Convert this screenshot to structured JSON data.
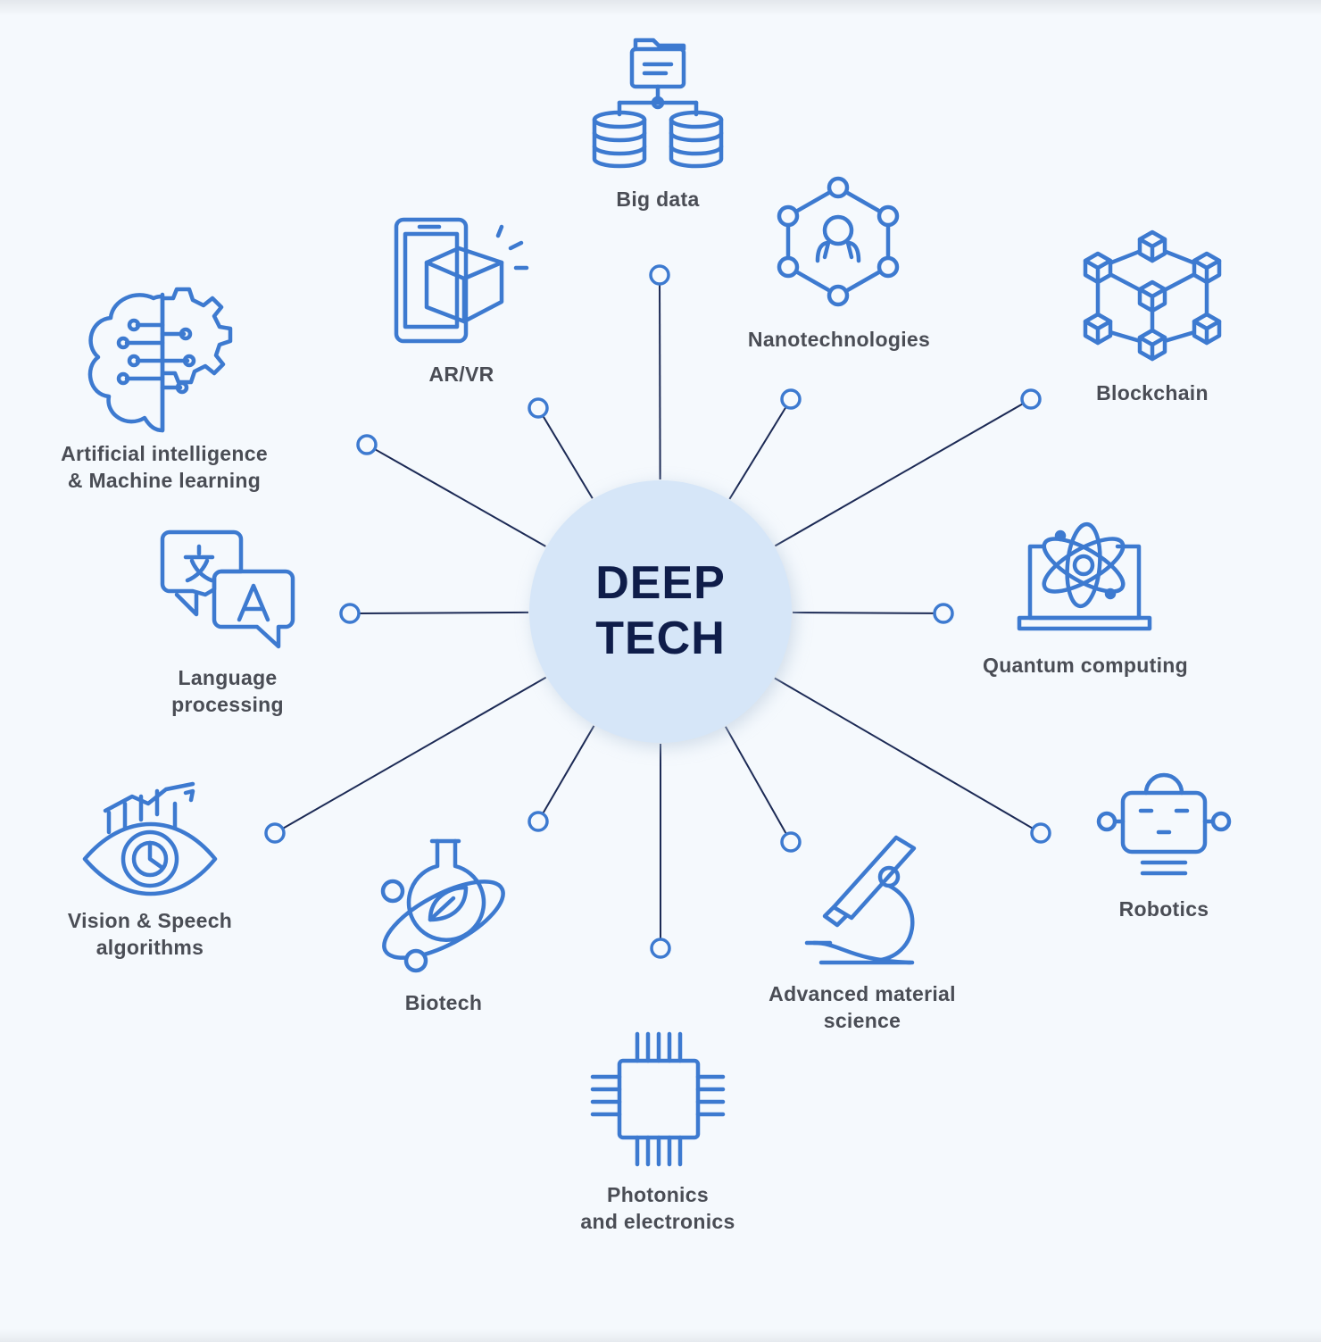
{
  "center": {
    "line1": "DEEP",
    "line2": "TECH"
  },
  "topics": [
    {
      "id": "big-data",
      "lines": [
        "Big data"
      ],
      "icon": "database-network-icon"
    },
    {
      "id": "nanotech",
      "lines": [
        "Nanotechnologies"
      ],
      "icon": "nanotech-hexagon-icon"
    },
    {
      "id": "blockchain",
      "lines": [
        "Blockchain"
      ],
      "icon": "blockchain-cubes-icon"
    },
    {
      "id": "quantum",
      "lines": [
        "Quantum computing"
      ],
      "icon": "atom-laptop-icon"
    },
    {
      "id": "robotics",
      "lines": [
        "Robotics"
      ],
      "icon": "robot-head-icon"
    },
    {
      "id": "material",
      "lines": [
        "Advanced material",
        "science"
      ],
      "icon": "microscope-icon"
    },
    {
      "id": "photonics",
      "lines": [
        "Photonics",
        "and electronics"
      ],
      "icon": "microchip-icon"
    },
    {
      "id": "biotech",
      "lines": [
        "Biotech"
      ],
      "icon": "flask-leaf-icon"
    },
    {
      "id": "vision",
      "lines": [
        "Vision & Speech",
        "algorithms"
      ],
      "icon": "eye-chart-icon"
    },
    {
      "id": "language",
      "lines": [
        "Language",
        "processing"
      ],
      "icon": "translate-bubbles-icon"
    },
    {
      "id": "ai",
      "lines": [
        "Artificial intelligence",
        "& Machine learning"
      ],
      "icon": "brain-gear-icon"
    },
    {
      "id": "arvr",
      "lines": [
        "AR/VR"
      ],
      "icon": "phone-cube-icon"
    }
  ],
  "colors": {
    "icon": "#3d7ad0",
    "line": "#1c2a55",
    "center_fill": "#d6e6f8",
    "center_text": "#0f1d4a",
    "label": "#4a4d55"
  }
}
